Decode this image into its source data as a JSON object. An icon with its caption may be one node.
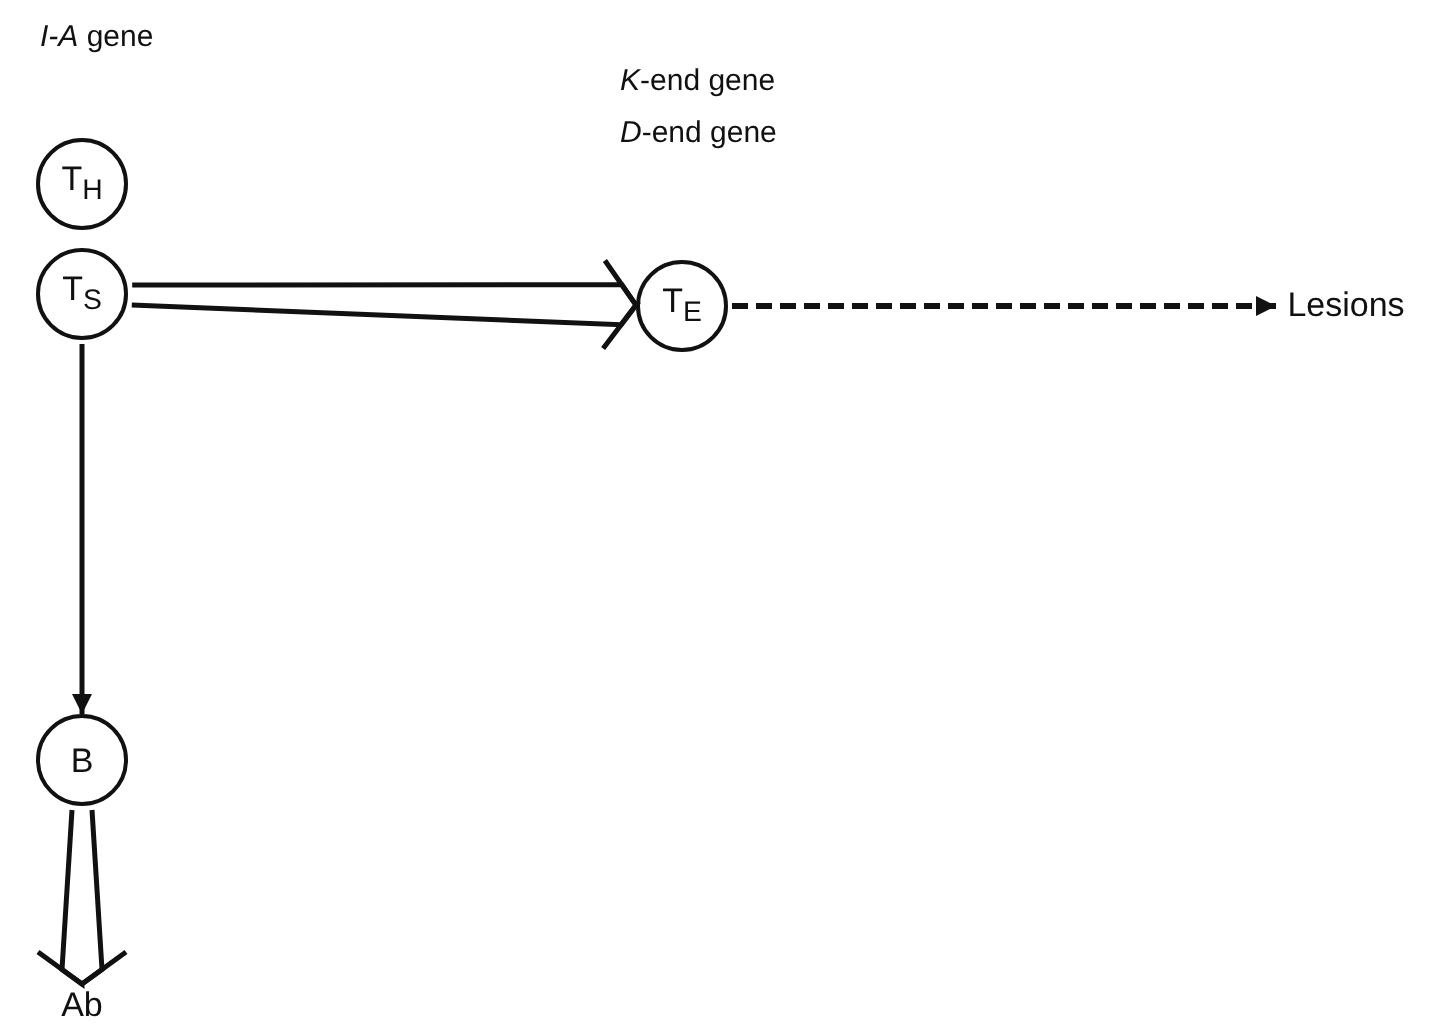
{
  "diagram": {
    "nodes": [
      {
        "text": [
          "T$_{H}$"
        ]
      },
      {
        "text": [
          "T$_{S}$"
        ]
      },
      {
        "text": [
          "T$_{E}$"
        ]
      },
      {
        "text": [
          "Lesions"
        ]
      },
      {
        "text": [
          "B"
        ]
      },
      {
        "text": [
          "Ab"
        ]
      }
    ],
    "edges": [
      {
        "from": 1,
        "to": 2,
        "arrow": "to"
      },
      {
        "from": 2,
        "to": 3,
        "arrow": "to",
        "style": "dashed"
      },
      {
        "from": 1,
        "to": 4,
        "arrow": "to"
      },
      {
        "from": 4,
        "to": 5,
        "arrow": "to"
      }
    ],
    "labels": [
      "*I-A* gene",
      "*K*-end gene",
      "*D*-end gene"
    ]
  }
}
